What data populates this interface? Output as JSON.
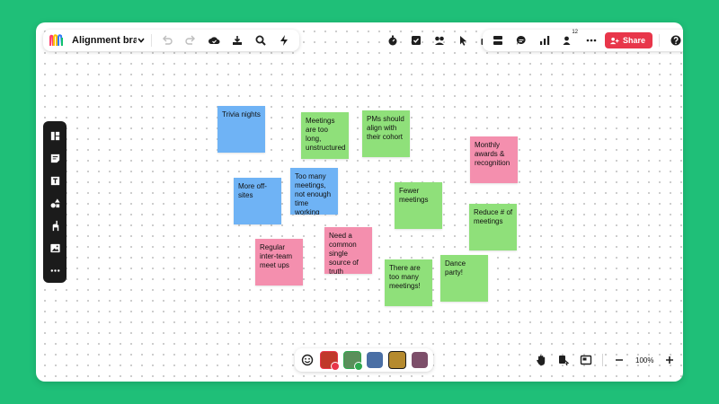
{
  "board": {
    "title": "Alignment brain...",
    "logo_icon": "miro-logo-icon"
  },
  "top_left_tools": [
    "undo-icon",
    "redo-icon",
    "cloud-sync-icon",
    "export-icon",
    "search-icon",
    "lightning-icon"
  ],
  "top_center_tools": [
    "timer-icon",
    "voting-icon",
    "reactions-icon",
    "pointer-icon",
    "toolbox-icon"
  ],
  "top_right": {
    "tools": [
      "layout-icon",
      "comment-icon",
      "chart-icon",
      "users-icon",
      "more-icon"
    ],
    "collaborator_count": "12",
    "share_label": "Share",
    "help_icon": "help-icon"
  },
  "left_toolbar": [
    "templates-icon",
    "sticky-note-icon",
    "text-icon",
    "shapes-icon",
    "llama-icon",
    "image-icon",
    "more-icon"
  ],
  "stickies": [
    {
      "id": "trivia-nights",
      "text": "Trivia nights",
      "color": "#6fb3f5"
    },
    {
      "id": "meetings-too-long",
      "text": "Meetings are too long, unstructured",
      "color": "#8fe07a"
    },
    {
      "id": "pms-align",
      "text": "PMs should align with their cohort",
      "color": "#8fe07a"
    },
    {
      "id": "monthly-awards",
      "text": "Monthly awards & recognition",
      "color": "#f48fae"
    },
    {
      "id": "more-offsites",
      "text": "More off-sites",
      "color": "#6fb3f5"
    },
    {
      "id": "too-many-meetings",
      "text": "Too many meetings, not enough time working",
      "color": "#6fb3f5"
    },
    {
      "id": "fewer-meetings",
      "text": "Fewer meetings",
      "color": "#8fe07a"
    },
    {
      "id": "reduce-meetings",
      "text": "Reduce # of meetings",
      "color": "#8fe07a"
    },
    {
      "id": "inter-team-meetups",
      "text": "Regular inter-team meet ups",
      "color": "#f48fae"
    },
    {
      "id": "single-source",
      "text": "Need a common single source of truth",
      "color": "#f48fae"
    },
    {
      "id": "too-many-meetings-2",
      "text": "There are too many meetings!",
      "color": "#8fe07a"
    },
    {
      "id": "dance-party",
      "text": "Dance party!",
      "color": "#8fe07a"
    }
  ],
  "bottom": {
    "emoji_icon": "emoji-icon",
    "collaborators": [
      {
        "name": "collaborator-1",
        "color": "#c0392b",
        "status_color": "#e8364a"
      },
      {
        "name": "collaborator-2",
        "color": "#5a8f5a",
        "status_color": "#2fa84f"
      },
      {
        "name": "collaborator-3",
        "color": "#4a6fa5",
        "status_color": ""
      },
      {
        "name": "collaborator-4",
        "color": "#b58a2e",
        "status_color": ""
      },
      {
        "name": "collaborator-5",
        "color": "#7d4f6a",
        "status_color": ""
      }
    ],
    "zoom_level": "100%",
    "tools": [
      "hand-icon",
      "touchpad-icon",
      "map-icon",
      "zoom-out-icon",
      "zoom-in-icon",
      "panel-toggle-icon"
    ]
  },
  "colors": {
    "background": "#1fbf78",
    "share": "#e8364a",
    "blue_sticky": "#6fb3f5",
    "green_sticky": "#8fe07a",
    "pink_sticky": "#f48fae"
  }
}
